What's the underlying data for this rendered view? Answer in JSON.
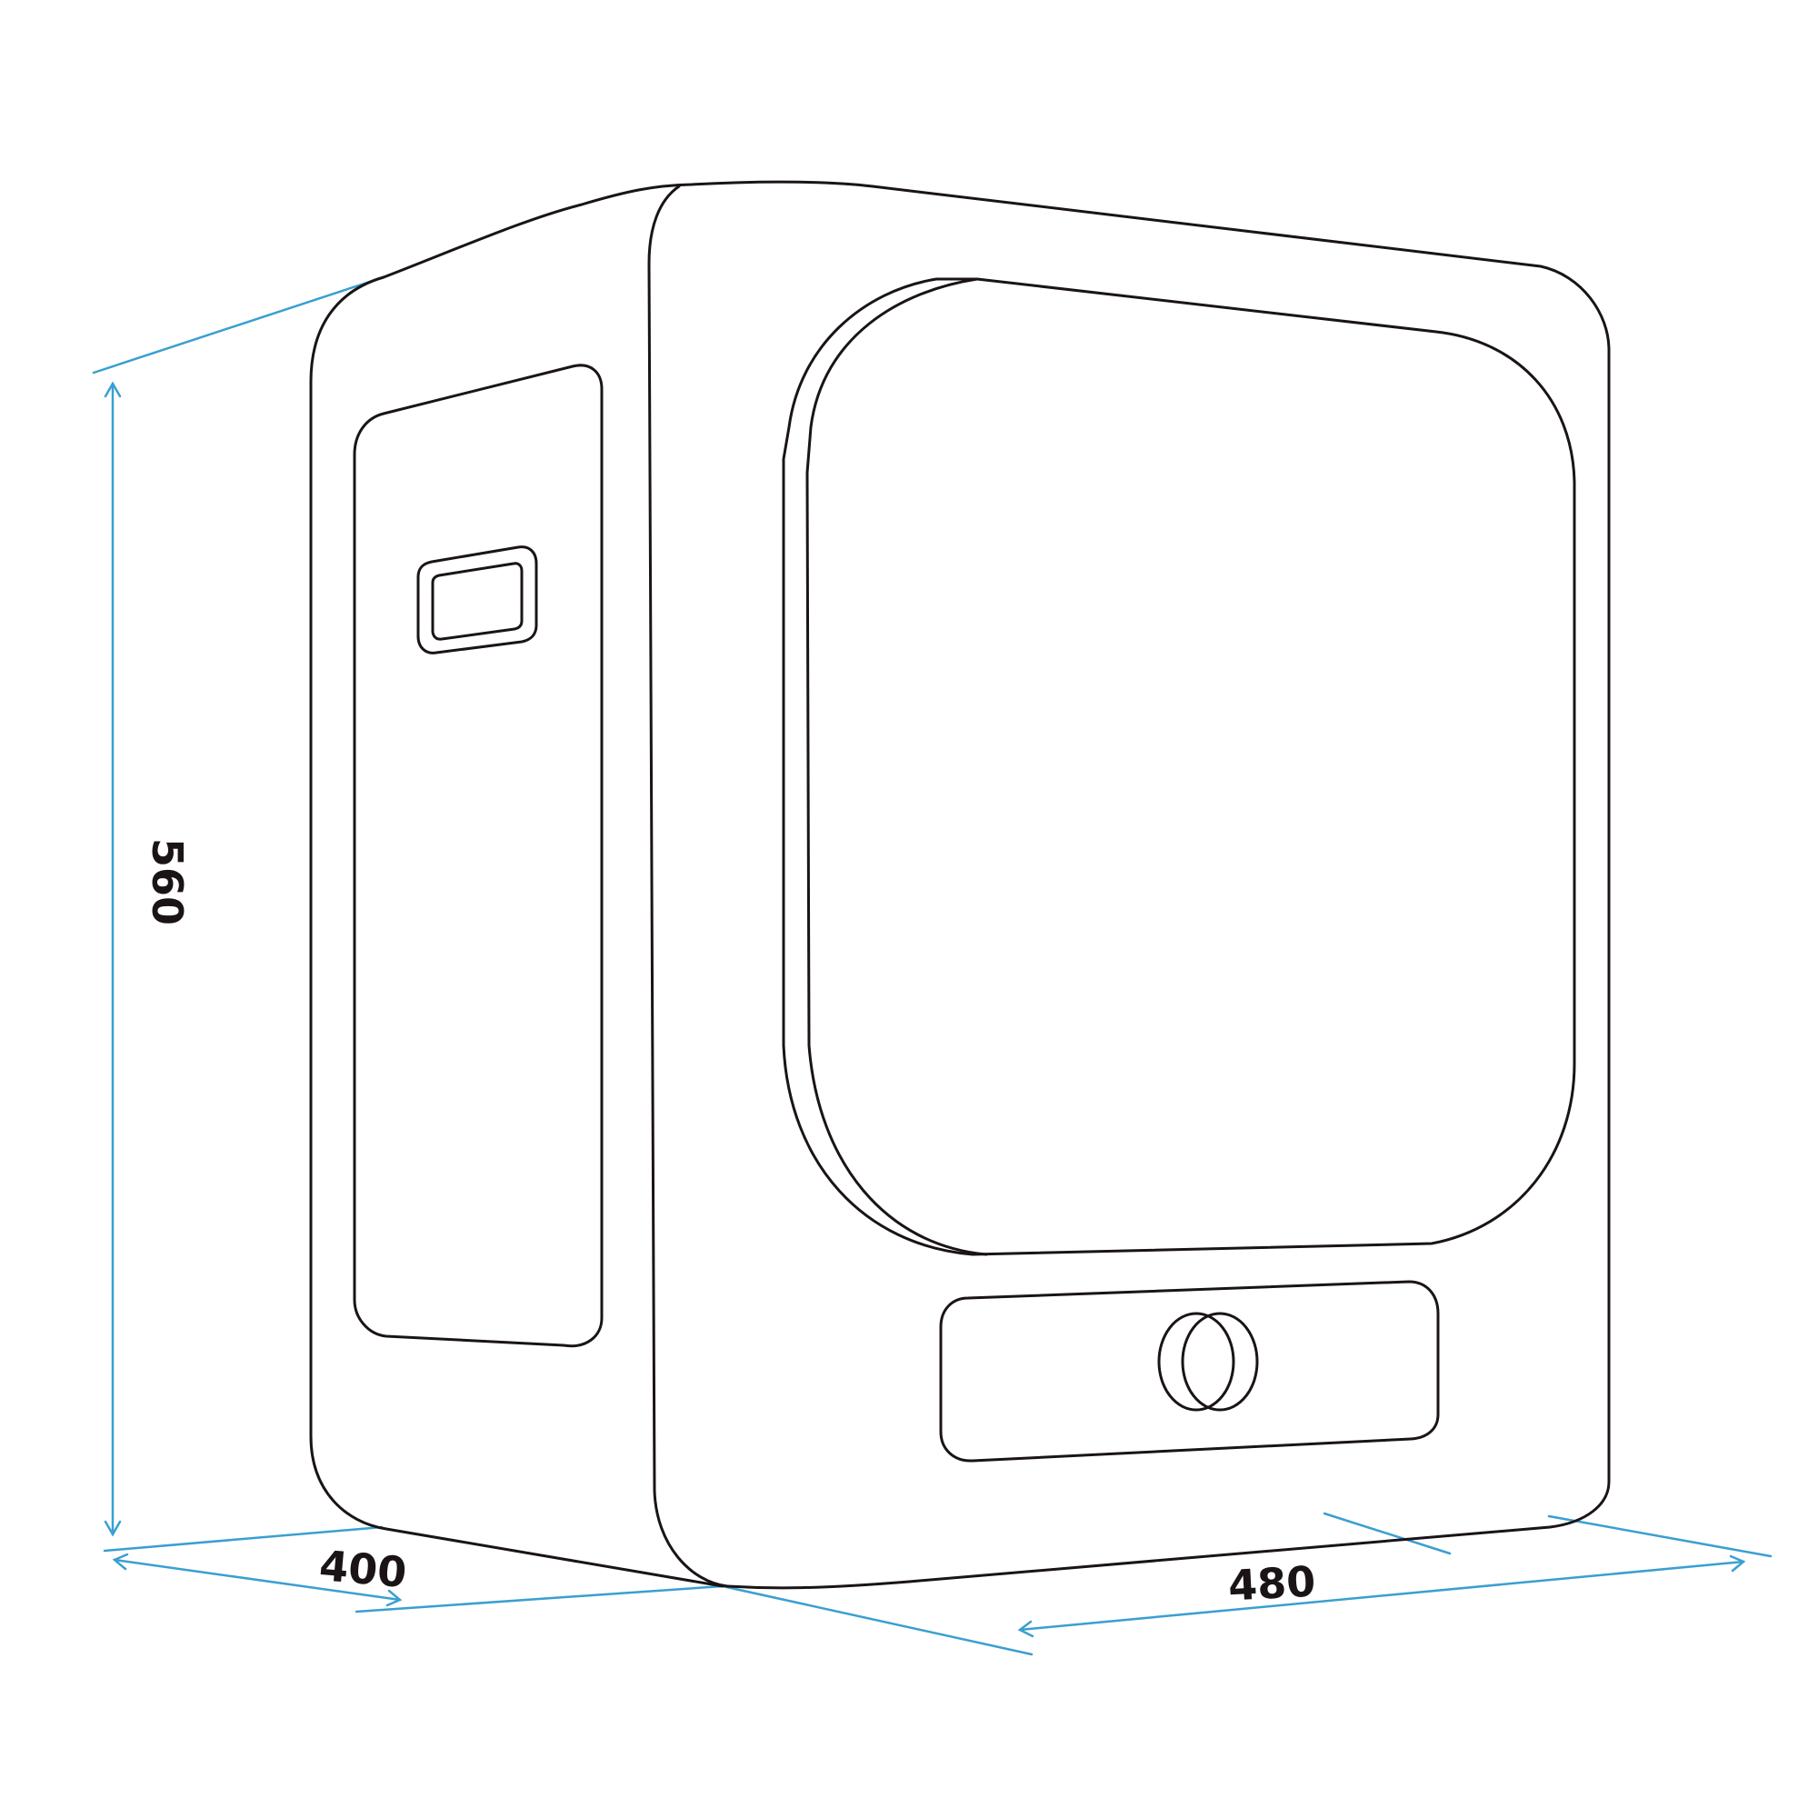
{
  "diagram": {
    "subject": "Compact tumble dryer dimension drawing",
    "colors": {
      "outline": "#1a1416",
      "dimension_lines": "#3a9fd1",
      "background": "#ffffff"
    },
    "dimensions": {
      "height": {
        "label": "560",
        "axis": "vertical"
      },
      "depth": {
        "label": "400",
        "axis": "side"
      },
      "width": {
        "label": "480",
        "axis": "front"
      }
    },
    "parts": [
      "body-top",
      "side-panel",
      "side-handle",
      "front-panel",
      "door",
      "control-panel",
      "control-knob"
    ]
  }
}
